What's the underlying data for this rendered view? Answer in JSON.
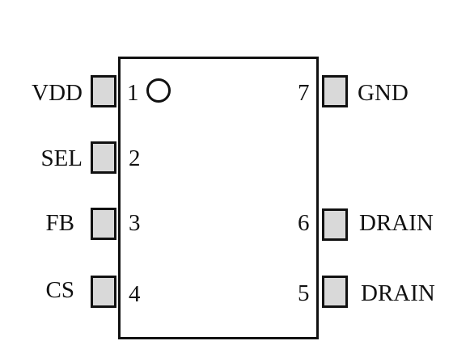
{
  "pins": {
    "vdd": {
      "number": "1",
      "label": "VDD"
    },
    "sel": {
      "number": "2",
      "label": "SEL"
    },
    "fb": {
      "number": "3",
      "label": "FB"
    },
    "cs": {
      "number": "4",
      "label": "CS"
    },
    "drain5": {
      "number": "5",
      "label": "DRAIN"
    },
    "drain6": {
      "number": "6",
      "label": "DRAIN"
    },
    "gnd": {
      "number": "7",
      "label": "GND"
    }
  }
}
